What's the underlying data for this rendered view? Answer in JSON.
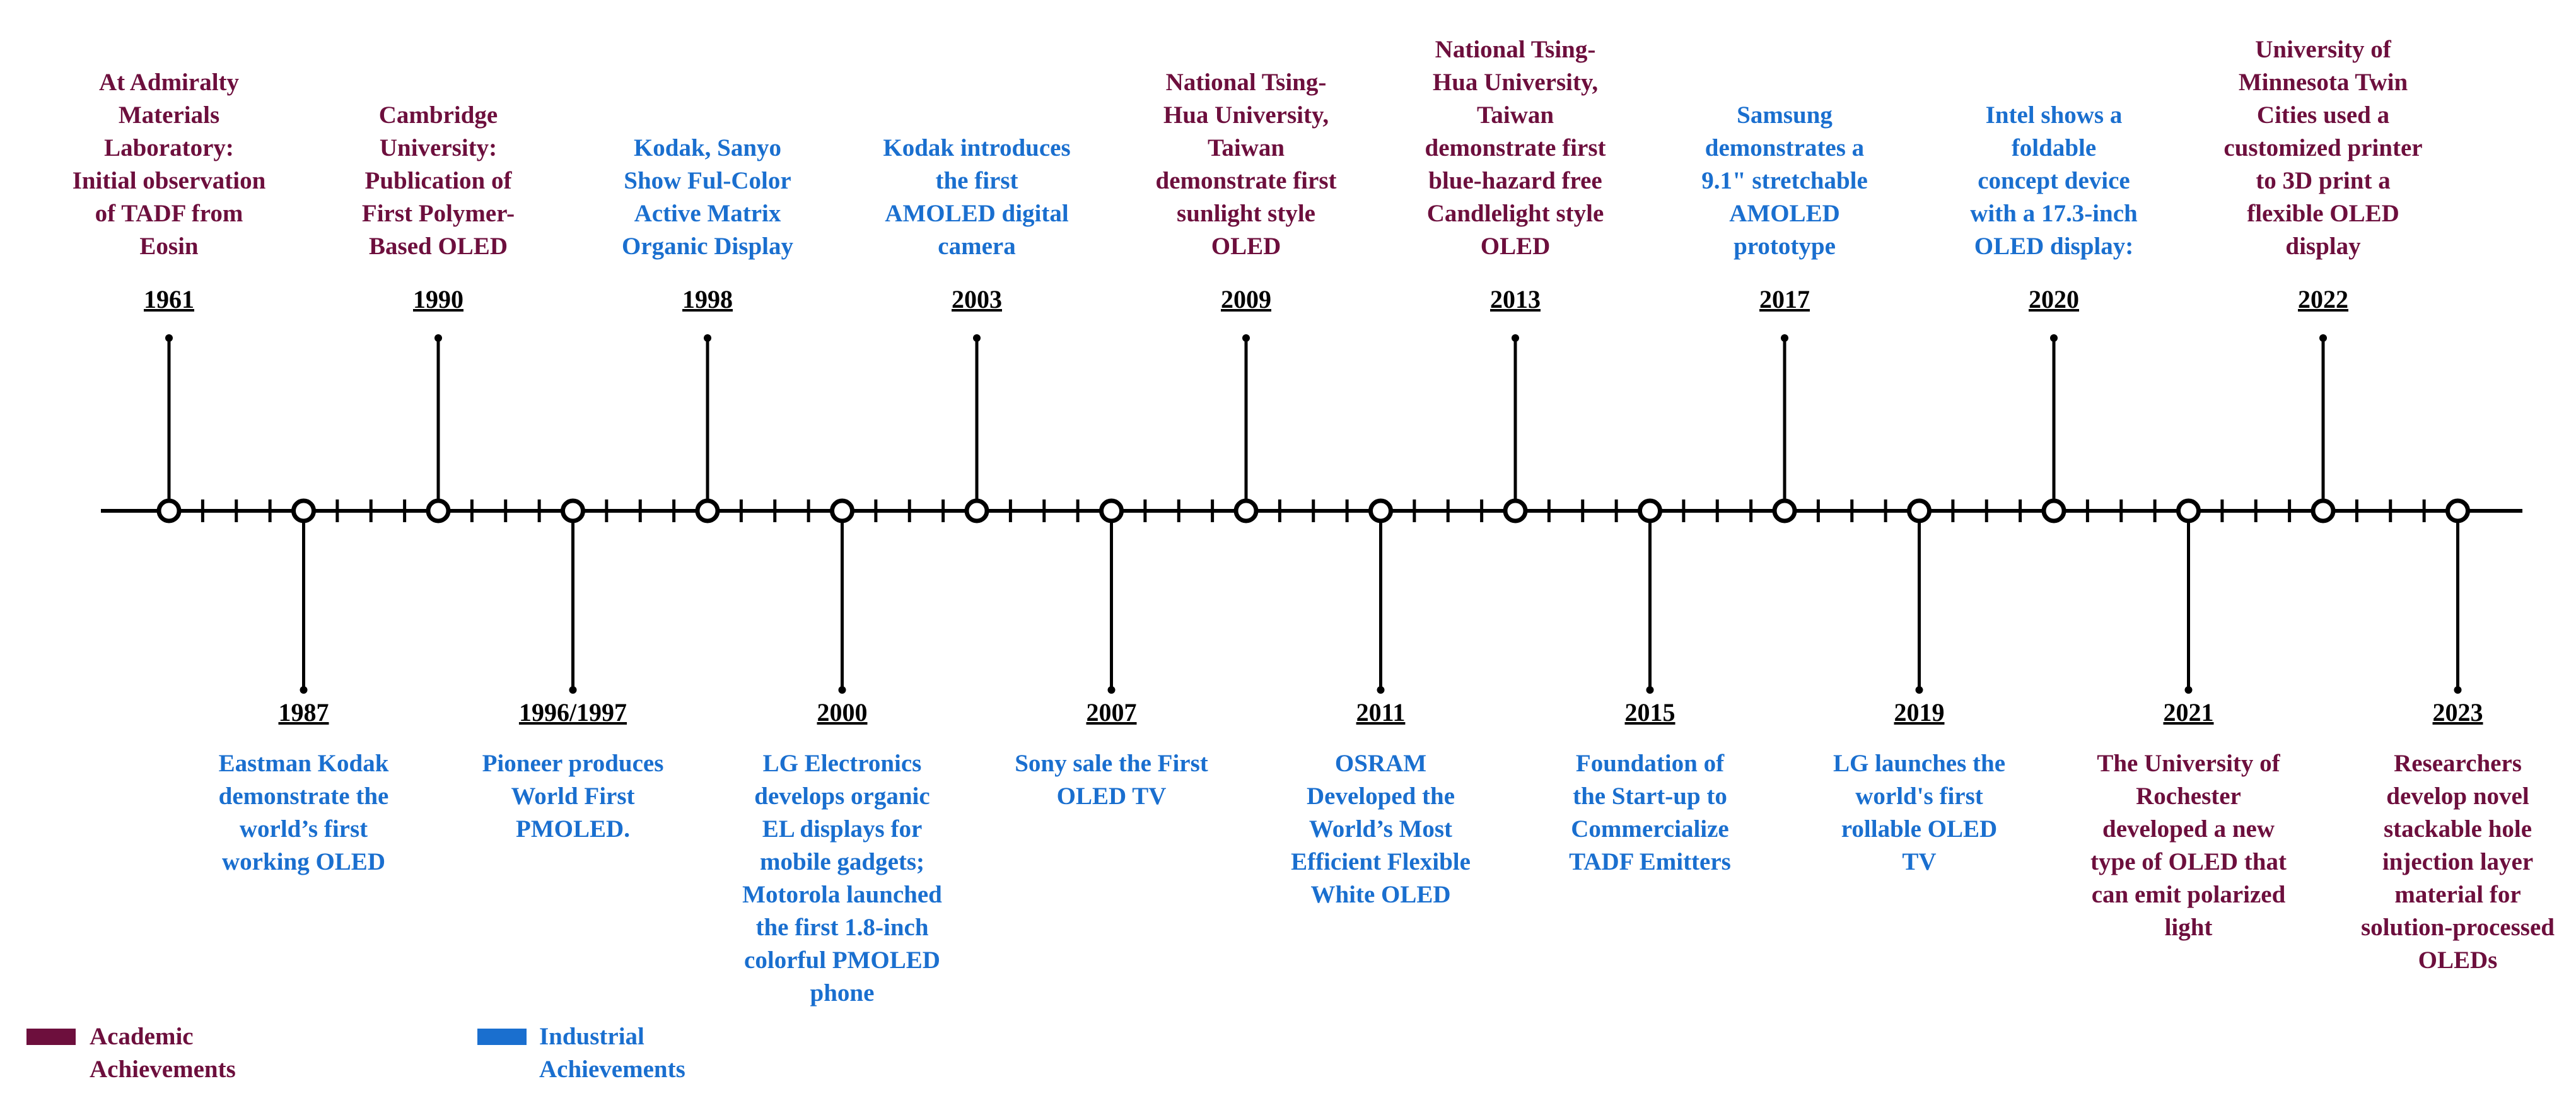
{
  "colors": {
    "academic": "#6d0f3d",
    "industrial": "#1a6fcf",
    "line": "#000000"
  },
  "legend": {
    "academic": "Academic Achievements",
    "industrial": "Industrial Achievements"
  },
  "events": [
    {
      "year": "1961",
      "side": "top",
      "category": "academic",
      "lines": [
        "At Admiralty",
        "Materials",
        "Laboratory:",
        "Initial observation",
        "of TADF from",
        "Eosin"
      ]
    },
    {
      "year": "1987",
      "side": "bottom",
      "category": "industrial",
      "lines": [
        "Eastman Kodak",
        "demonstrate the",
        "world’s first",
        "working OLED"
      ]
    },
    {
      "year": "1990",
      "side": "top",
      "category": "academic",
      "lines": [
        "Cambridge",
        "University:",
        "Publication of",
        "First Polymer-",
        "Based OLED"
      ]
    },
    {
      "year": "1996/1997",
      "side": "bottom",
      "category": "industrial",
      "lines": [
        "Pioneer produces",
        "World First",
        "PMOLED."
      ]
    },
    {
      "year": "1998",
      "side": "top",
      "category": "industrial",
      "lines": [
        "Kodak, Sanyo",
        "Show Ful-Color",
        "Active Matrix",
        "Organic Display"
      ]
    },
    {
      "year": "2000",
      "side": "bottom",
      "category": "industrial",
      "lines": [
        "LG Electronics",
        "develops organic",
        "EL displays for",
        "mobile gadgets;",
        "Motorola launched",
        "the first  1.8-inch",
        "colorful PMOLED",
        "phone"
      ]
    },
    {
      "year": "2003",
      "side": "top",
      "category": "industrial",
      "lines": [
        "Kodak introduces",
        "the first",
        "AMOLED digital",
        "camera"
      ]
    },
    {
      "year": "2007",
      "side": "bottom",
      "category": "industrial",
      "lines": [
        "Sony sale the First",
        "OLED TV"
      ]
    },
    {
      "year": "2009",
      "side": "top",
      "category": "academic",
      "lines": [
        "National Tsing-",
        "Hua University,",
        "Taiwan",
        "demonstrate first",
        "sunlight style",
        "OLED"
      ]
    },
    {
      "year": "2011",
      "side": "bottom",
      "category": "industrial",
      "lines": [
        "OSRAM",
        "Developed the",
        "World’s Most",
        "Efficient Flexible",
        "White OLED"
      ]
    },
    {
      "year": "2013",
      "side": "top",
      "category": "academic",
      "lines": [
        "National Tsing-",
        "Hua University,",
        "Taiwan",
        "demonstrate first",
        "blue-hazard free",
        "Candlelight style",
        "OLED"
      ]
    },
    {
      "year": "2015",
      "side": "bottom",
      "category": "industrial",
      "lines": [
        "Foundation of",
        "the Start-up to",
        "Commercialize",
        "TADF Emitters"
      ]
    },
    {
      "year": "2017",
      "side": "top",
      "category": "industrial",
      "lines": [
        "Samsung",
        "demonstrates a",
        "9.1\" stretchable",
        "AMOLED",
        "prototype"
      ]
    },
    {
      "year": "2019",
      "side": "bottom",
      "category": "industrial",
      "lines": [
        "LG launches the",
        "world's first",
        "rollable OLED",
        "TV"
      ]
    },
    {
      "year": "2020",
      "side": "top",
      "category": "industrial",
      "lines": [
        "Intel shows a",
        "foldable",
        "concept device",
        "with a 17.3-inch",
        "OLED display:"
      ]
    },
    {
      "year": "2021",
      "side": "bottom",
      "category": "academic",
      "lines": [
        "The University of",
        "Rochester",
        "developed a new",
        "type of OLED that",
        "can emit polarized",
        "light"
      ]
    },
    {
      "year": "2022",
      "side": "top",
      "category": "academic",
      "lines": [
        "University of",
        "Minnesota Twin",
        "Cities used a",
        "customized printer",
        "to 3D print  a",
        "flexible OLED",
        "display"
      ]
    },
    {
      "year": "2023",
      "side": "bottom",
      "category": "academic",
      "lines": [
        "Researchers",
        "develop novel",
        "stackable hole",
        "injection layer",
        "material for",
        "solution-processed",
        "OLEDs"
      ]
    }
  ]
}
